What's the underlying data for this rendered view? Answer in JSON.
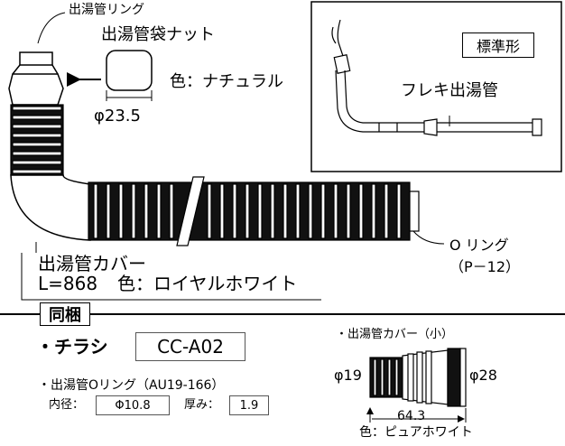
{
  "upper": {
    "ring_label": "出湯管リング",
    "nut_label": "出湯管袋ナット",
    "nut_color": "色：ナチュラル",
    "nut_diameter": "φ23.5",
    "cover_label": "出湯管カバー",
    "cover_length": "L=868",
    "cover_color": "色：ロイヤルホワイト",
    "oring_label": "O リング",
    "oring_code": "（P－12）"
  },
  "inset": {
    "badge": "標準形",
    "flex_label": "フレキ出湯管"
  },
  "bundled": {
    "title": "同梱",
    "flyer_label": "・チラシ",
    "flyer_code": "CC-A02",
    "oring_title": "・出湯管Oリング（AU19-166）",
    "inner_label": "内径：",
    "inner_value": "Φ10.8",
    "thickness_label": "厚み：",
    "thickness_value": "1.9",
    "small_cover_title": "・出湯管カバー（小）",
    "small_left_dia": "φ19",
    "small_right_dia": "φ28",
    "small_length": "64.3",
    "small_color": "色：ピュアホワイト"
  }
}
